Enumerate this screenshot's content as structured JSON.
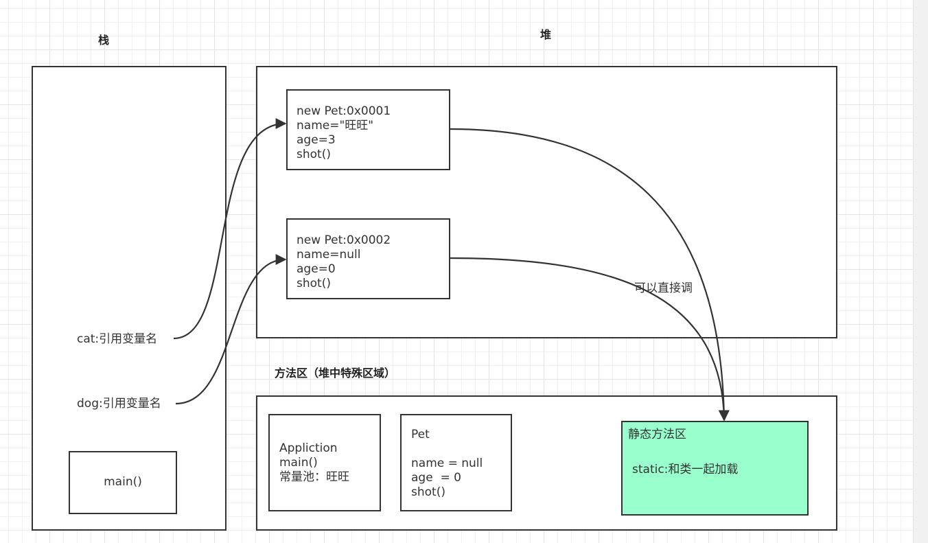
{
  "headings": {
    "stack": "栈",
    "heap": "堆",
    "method_area": "方法区（堆中特殊区域）"
  },
  "stack": {
    "cat_ref": "cat:引用变量名",
    "dog_ref": "dog:引用变量名",
    "main_frame": "main()"
  },
  "heap": {
    "objects": [
      {
        "lines": [
          "new Pet:0x0001",
          "name=\"旺旺\"",
          "age=3",
          "shot()"
        ]
      },
      {
        "lines": [
          "new Pet:0x0002",
          "name=null",
          "age=0",
          "shot()"
        ]
      }
    ],
    "edge_label": "可以直接调"
  },
  "method_area": {
    "application_class": {
      "lines": [
        "Appliction",
        "main()",
        "常量池：旺旺"
      ]
    },
    "pet_class": {
      "lines": [
        "Pet",
        "",
        "name = null",
        "age  = 0",
        "shot()"
      ]
    },
    "static_area": {
      "title": "静态方法区",
      "body": "static:和类一起加载",
      "fill_color": "#99ffcc"
    }
  },
  "colors": {
    "stroke": "#333333",
    "static_fill": "#99ffcc"
  }
}
